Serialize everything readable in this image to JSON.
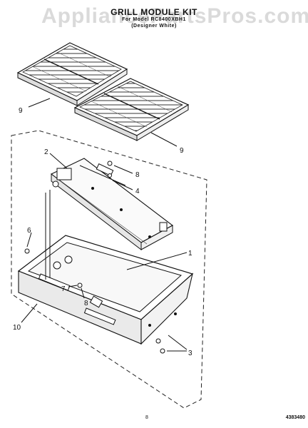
{
  "watermark": "AppliancePartsPros.com",
  "title": "GRILL MODULE KIT",
  "subtitle": "For Model RC8400XBH1",
  "variant": "(Designer White)",
  "page_number": "8",
  "document_number": "4383480",
  "callouts": {
    "c9a": "9",
    "c9b": "9",
    "c2": "2",
    "c8a": "8",
    "c4": "4",
    "c6": "6",
    "c1": "1",
    "c7": "7",
    "c8b": "8",
    "c10": "10",
    "c3": "3"
  }
}
